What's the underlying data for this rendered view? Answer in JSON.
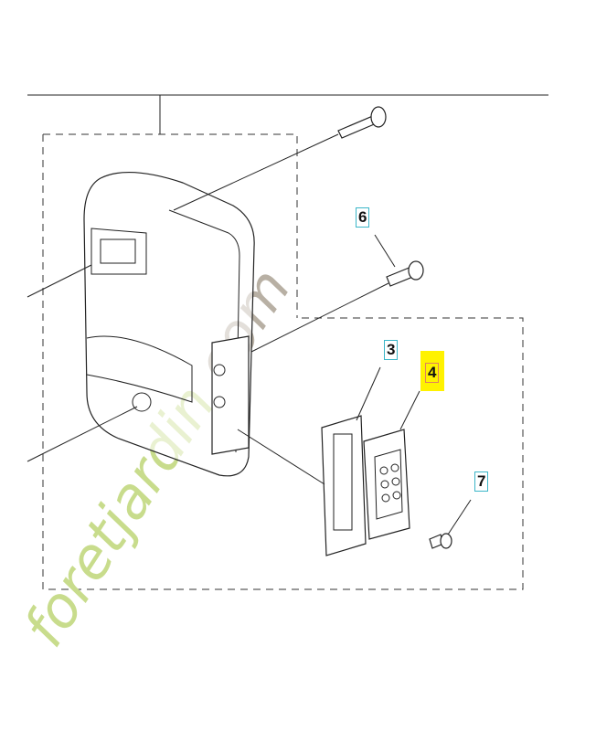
{
  "callouts": [
    {
      "id": "6",
      "label": "6",
      "highlighted": false
    },
    {
      "id": "3",
      "label": "3",
      "highlighted": false
    },
    {
      "id": "4",
      "label": "4",
      "highlighted": true
    },
    {
      "id": "7",
      "label": "7",
      "highlighted": false
    }
  ],
  "colors": {
    "callout_border": "#3bb6c8",
    "highlight": "#fff200",
    "watermark_green": "#c8dc8c",
    "watermark_grey": "#b8b0a4"
  },
  "watermark": {
    "main": "foretjardin",
    "suffix": ".com"
  }
}
